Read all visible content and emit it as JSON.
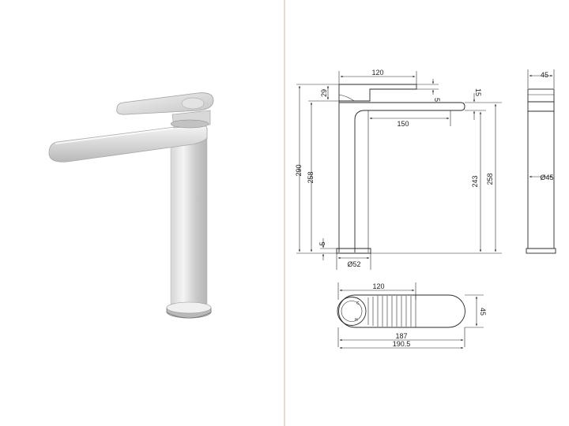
{
  "colors": {
    "divider": "#d9b49a",
    "line": "#2a2a2a",
    "chrome_light": "#f2f2f2",
    "chrome_mid": "#cfcfcf",
    "chrome_dark": "#9a9a9a"
  },
  "side_view": {
    "lever_length": "120",
    "lever_offset": "5",
    "lever_height": "29",
    "spout_thickness": "15",
    "spout_reach": "150",
    "total_height": "290",
    "spout_height_inner": "258",
    "spout_underside_height": "243",
    "body_height_right": "258",
    "base_thickness": "5",
    "base_diameter": "Ø52"
  },
  "front_view": {
    "width": "45",
    "diameter": "Ø45"
  },
  "top_view": {
    "lever_length": "120",
    "depth": "45",
    "spout_length": "187",
    "overall_length": "190.5",
    "mark_c": "C",
    "mark_h": "H"
  }
}
